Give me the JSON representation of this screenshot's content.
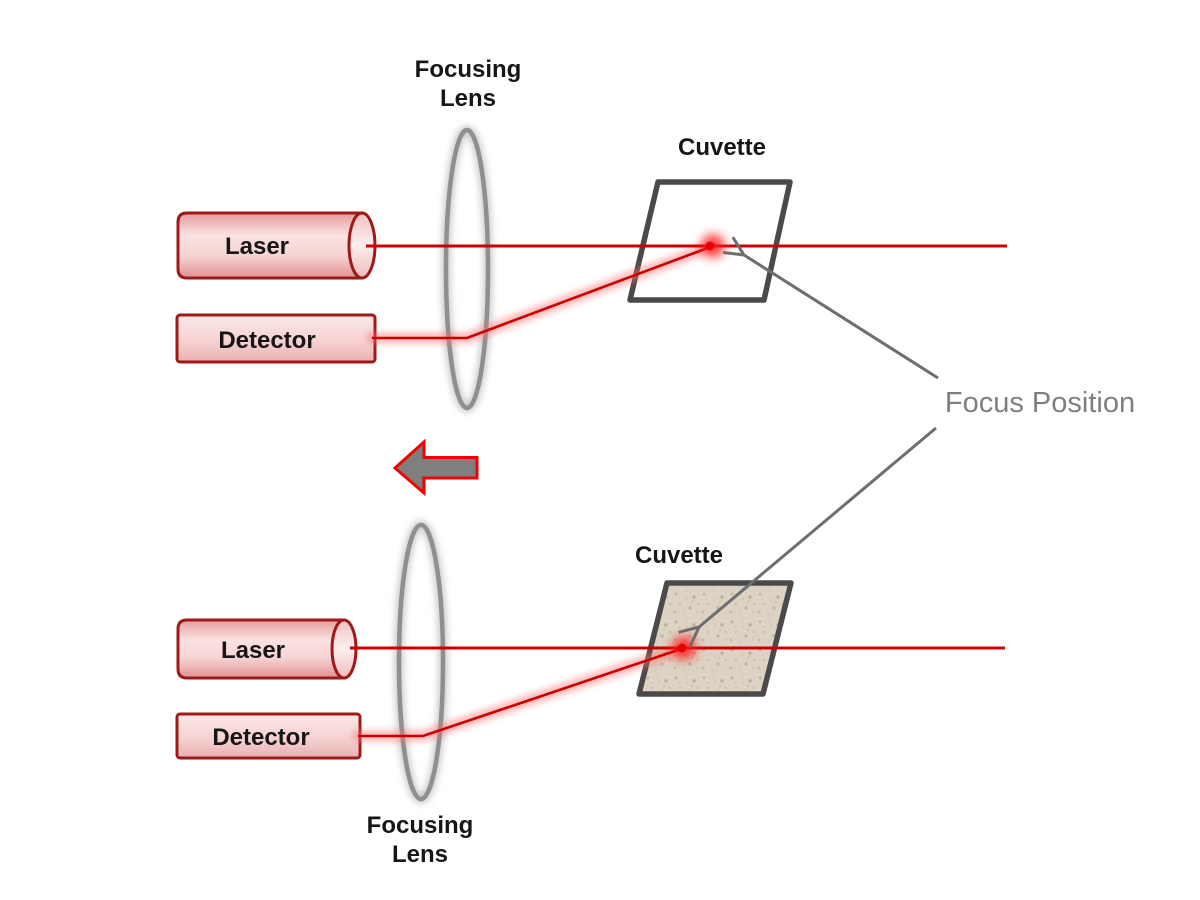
{
  "diagram_top": {
    "laser_label": "Laser",
    "detector_label": "Detector",
    "lens_label_line1": "Focusing",
    "lens_label_line2": "Lens",
    "cuvette_label": "Cuvette"
  },
  "diagram_bottom": {
    "laser_label": "Laser",
    "detector_label": "Detector",
    "lens_label_line1": "Focusing",
    "lens_label_line2": "Lens",
    "cuvette_label": "Cuvette"
  },
  "annotation": {
    "focus_position_label": "Focus Position"
  },
  "icons": {
    "move_lens_arrow": "left-block-arrow",
    "focus_pointer_top": "thin-arrow-to-cuvette-center",
    "focus_pointer_bottom": "thin-arrow-to-cuvette-wall"
  },
  "colors": {
    "beam_core": "#cc0000",
    "beam_glow": "#ff6666",
    "focus_glow": "#ff1a1a",
    "device_border": "#9e1a18",
    "device_fill_light": "#fbe2e2",
    "device_fill_dark": "#e59c9c",
    "lens_stroke": "#8f8f8f",
    "cuvette_stroke": "#4a4a4a",
    "cuvette_sample_fill": "#dcd3c4",
    "annotation_gray": "#6e6e6e",
    "annotation_text_gray": "#7f7f7f",
    "block_arrow_fill": "#7f7f7f",
    "block_arrow_stroke": "#f50000",
    "label_black": "#161616"
  }
}
